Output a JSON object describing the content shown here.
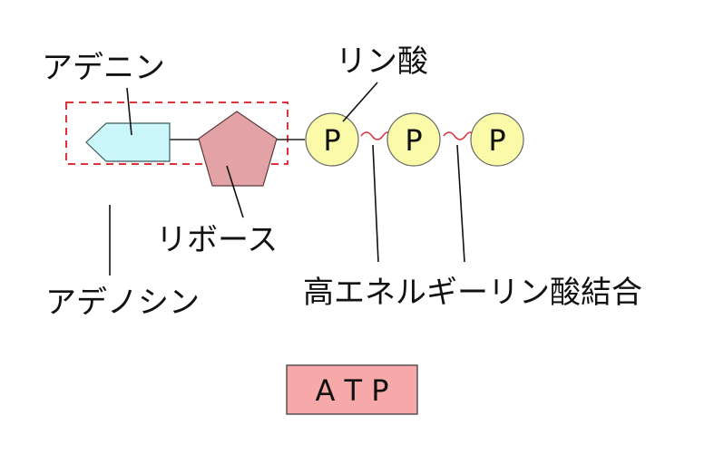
{
  "labels": {
    "adenine": "アデニン",
    "ribose": "リボース",
    "adenosine": "アデノシン",
    "phosphate": "リン酸",
    "high_energy_bond": "高エネルギーリン酸結合"
  },
  "phosphates": [
    "P",
    "P",
    "P"
  ],
  "title_box": "A T P",
  "colors": {
    "adenine_fill": "#ccf7fa",
    "ribose_fill": "#e3a3a6",
    "phosphate_fill": "#fafaa8",
    "bond_wave": "#e0303a",
    "adenosine_box": "#e0303a",
    "atp_box_fill": "#f7a8a8"
  }
}
